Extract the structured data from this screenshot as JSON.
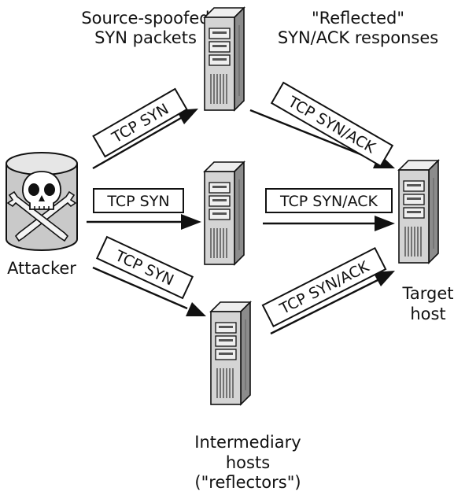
{
  "labels": {
    "source_spoofed_1": "Source-spoofed",
    "source_spoofed_2": "SYN packets",
    "reflected_1": "\"Reflected\"",
    "reflected_2": "SYN/ACK responses",
    "attacker": "Attacker",
    "target_1": "Target",
    "target_2": "host",
    "intermediary_1": "Intermediary",
    "intermediary_2": "hosts",
    "intermediary_3": "(\"reflectors\")"
  },
  "packets": {
    "syn_top": "TCP SYN",
    "syn_middle": "TCP SYN",
    "syn_bottom": "TCP SYN",
    "synack_top": "TCP SYN/ACK",
    "synack_middle": "TCP SYN/ACK",
    "synack_bottom": "TCP SYN/ACK"
  },
  "icons": {
    "attacker": "skull-crossbones-icon",
    "server": "tower-server-icon"
  },
  "colors": {
    "line": "#111111",
    "server_light": "#d9d9d9",
    "server_mid": "#a6a6a6",
    "server_dark": "#6e6e6e"
  }
}
